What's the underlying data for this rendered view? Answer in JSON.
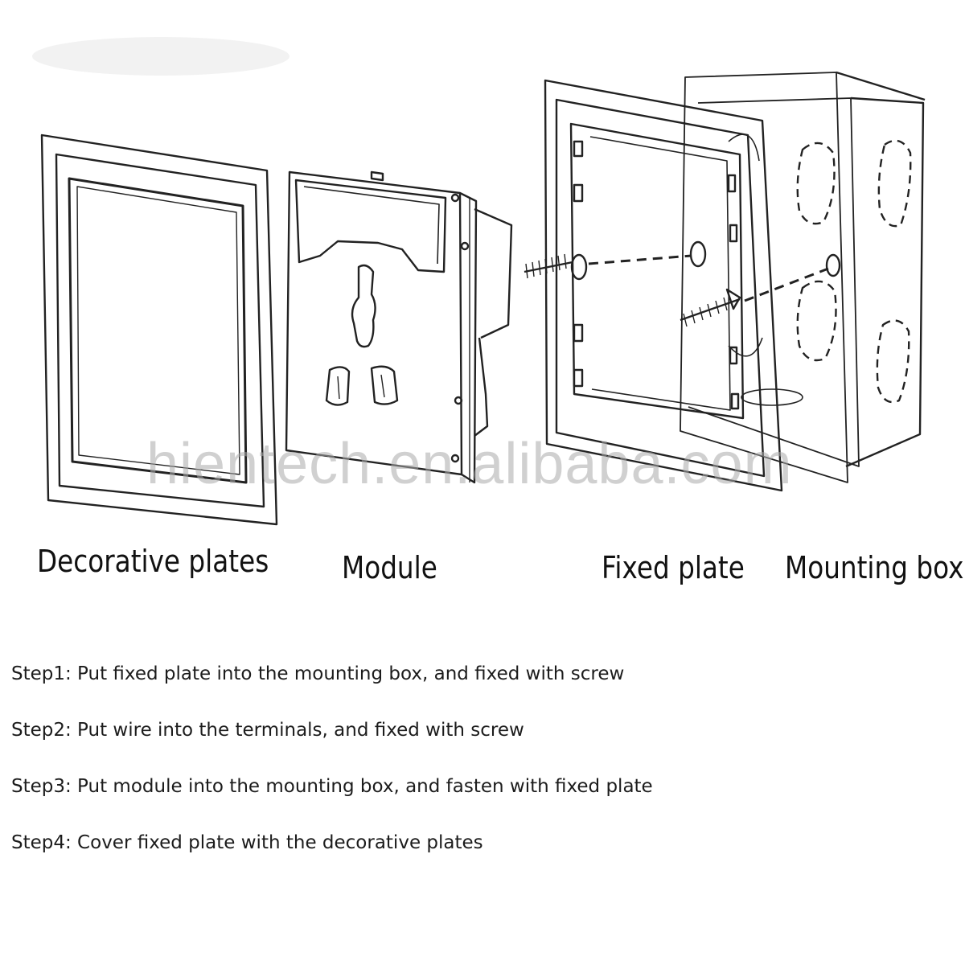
{
  "labels": {
    "decorative_plates": "Decorative plates",
    "module": "Module",
    "fixed_plate": "Fixed plate",
    "mounting_box": "Mounting box"
  },
  "watermark": "hientech.en.alibaba.com",
  "steps": [
    "Step1: Put fixed plate into the mounting box, and fixed with screw",
    "Step2: Put wire into the terminals, and fixed with screw",
    "Step3: Put module into the mounting box, and fasten with fixed plate",
    "Step4: Cover fixed plate with the decorative plates"
  ],
  "colors": {
    "line": "#222222",
    "watermark": "#aaaaaa",
    "text": "#111111"
  }
}
